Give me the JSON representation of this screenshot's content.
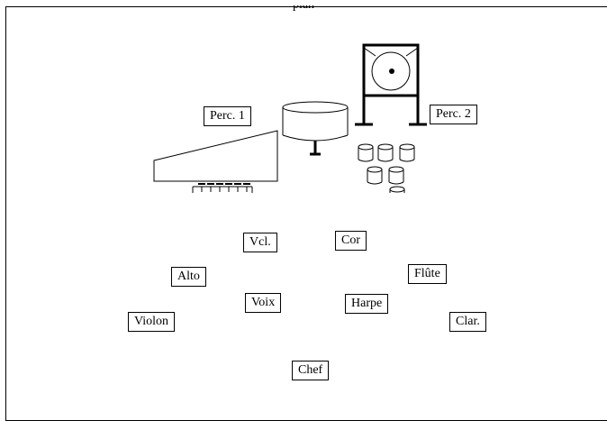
{
  "title": "...plan...",
  "colors": {
    "ink": "#000000",
    "paper": "#ffffff"
  },
  "icons": [
    "gong-icon",
    "timpani-icon",
    "drums-icon",
    "keyboard-icon"
  ],
  "labels": {
    "perc1": "Perc. 1",
    "perc2": "Perc. 2",
    "vcl": "Vcl.",
    "cor": "Cor",
    "alto": "Alto",
    "flute": "Flûte",
    "voix": "Voix",
    "harpe": "Harpe",
    "violon": "Violon",
    "clar": "Clar.",
    "chef": "Chef"
  }
}
